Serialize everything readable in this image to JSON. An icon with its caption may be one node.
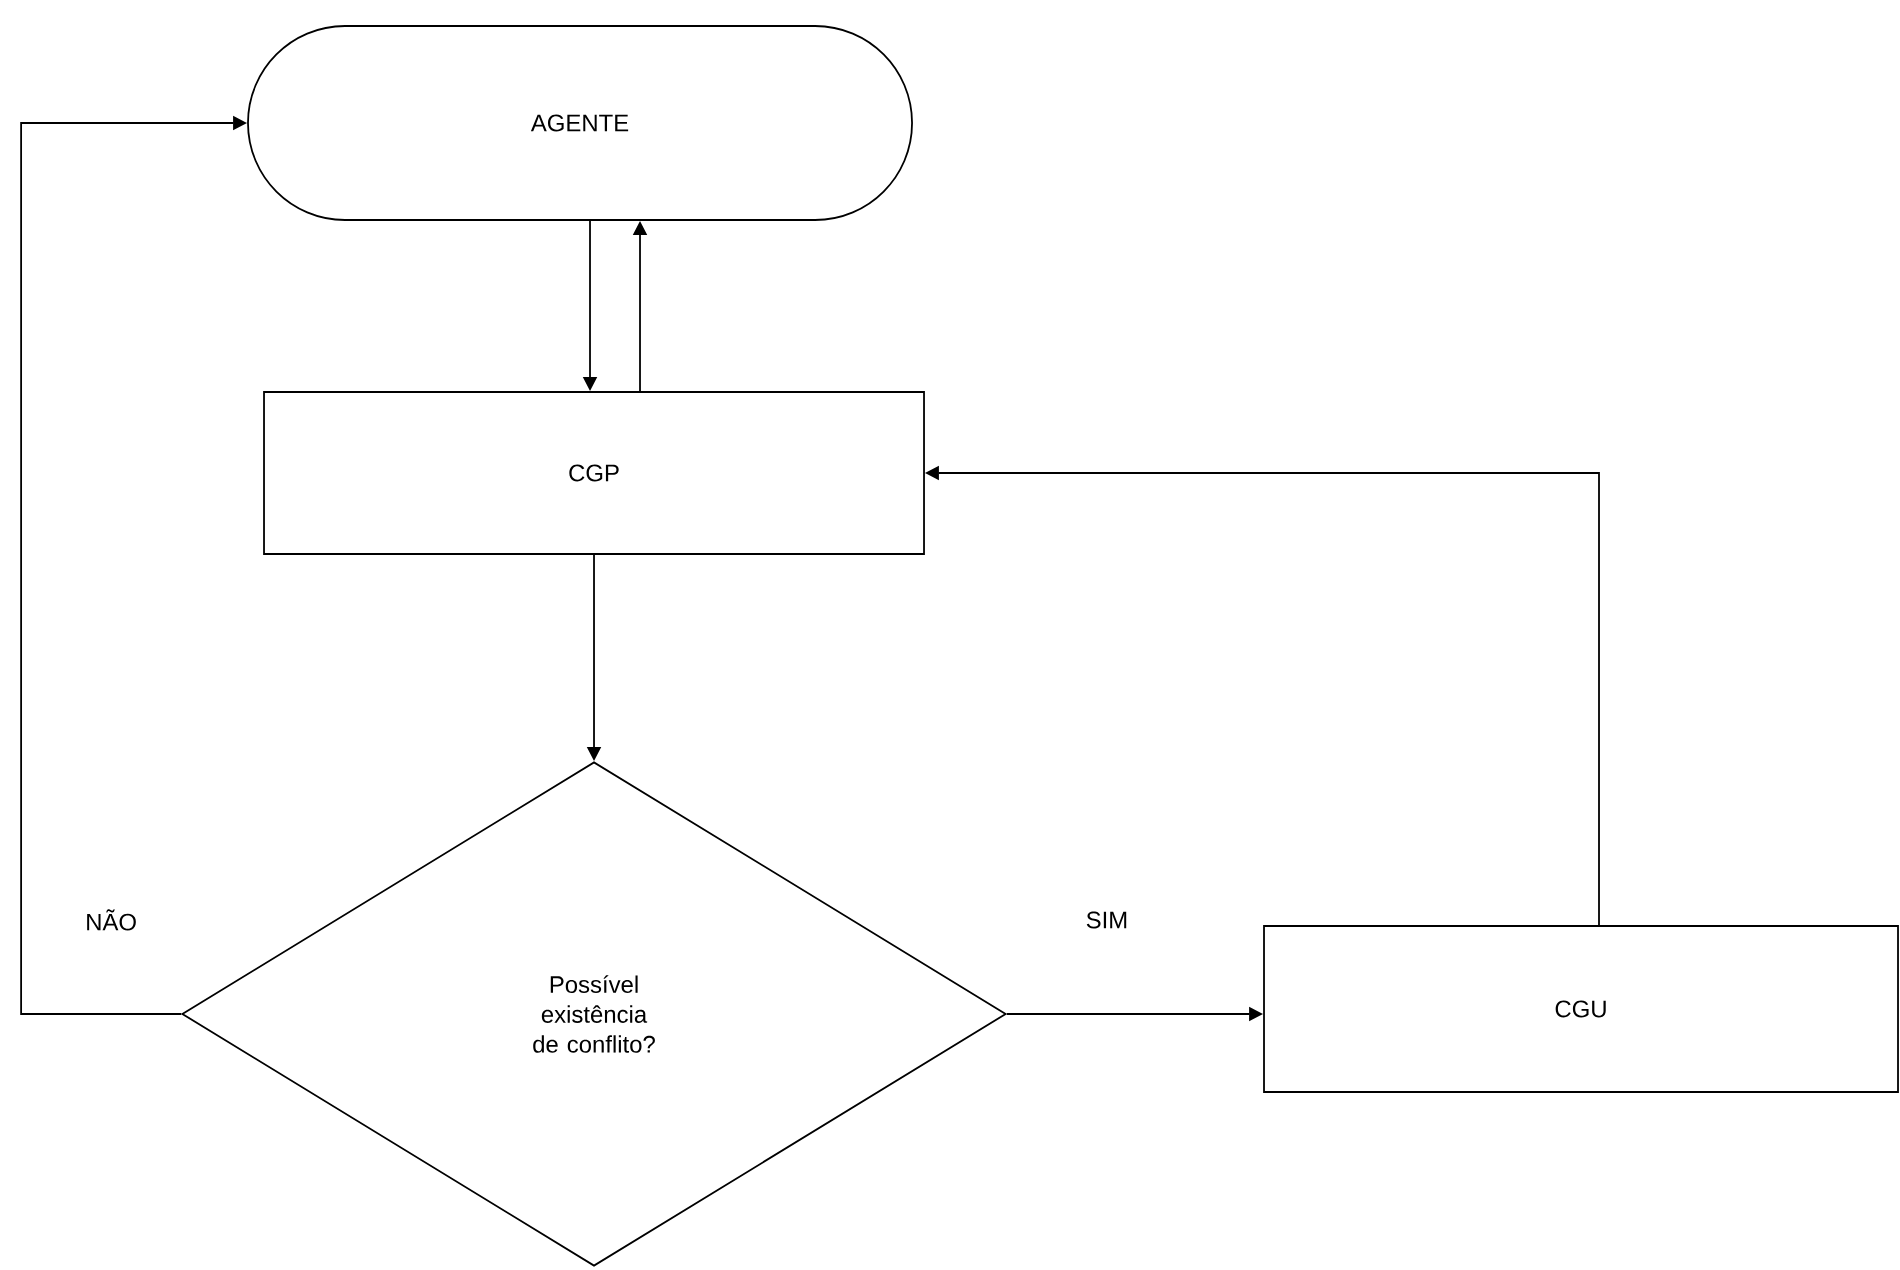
{
  "diagram": {
    "nodes": [
      {
        "text": [
          "AGENTE"
        ]
      },
      {
        "text": [
          "CGP"
        ]
      },
      {
        "text": [
          "Possível existência de conflito?"
        ]
      },
      {
        "text": [
          "CGU"
        ]
      }
    ],
    "edges": [
      {
        "from": 0,
        "to": 1,
        "arrow": "to"
      },
      {
        "from": 1,
        "to": 0,
        "arrow": "to"
      },
      {
        "from": 1,
        "to": 2,
        "arrow": "to"
      },
      {
        "from": 2,
        "to": 3,
        "arrow": "to",
        "label": "SIM"
      },
      {
        "from": 3,
        "to": 1,
        "arrow": "to"
      },
      {
        "from": 2,
        "to": 0,
        "arrow": "to",
        "label": "NÃO"
      }
    ]
  }
}
